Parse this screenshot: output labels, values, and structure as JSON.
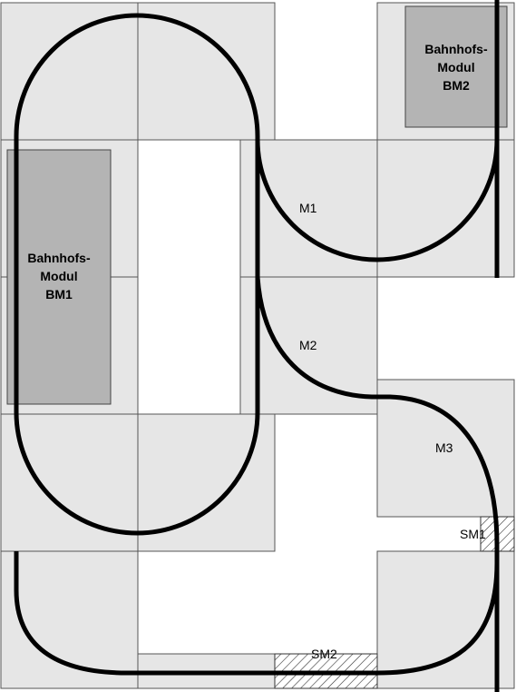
{
  "diagram": {
    "station_bm1": {
      "line1": "Bahnhofs-",
      "line2": "Modul",
      "line3": "BM1"
    },
    "station_bm2": {
      "line1": "Bahnhofs-",
      "line2": "Modul",
      "line3": "BM2"
    },
    "module_labels": {
      "m1": "M1",
      "m2": "M2",
      "m3": "M3",
      "sm1": "SM1",
      "sm2": "SM2"
    },
    "colors": {
      "tile": "#e6e6e6",
      "station": "#b4b4b4",
      "track": "#000000",
      "background": "#ffffff"
    }
  }
}
